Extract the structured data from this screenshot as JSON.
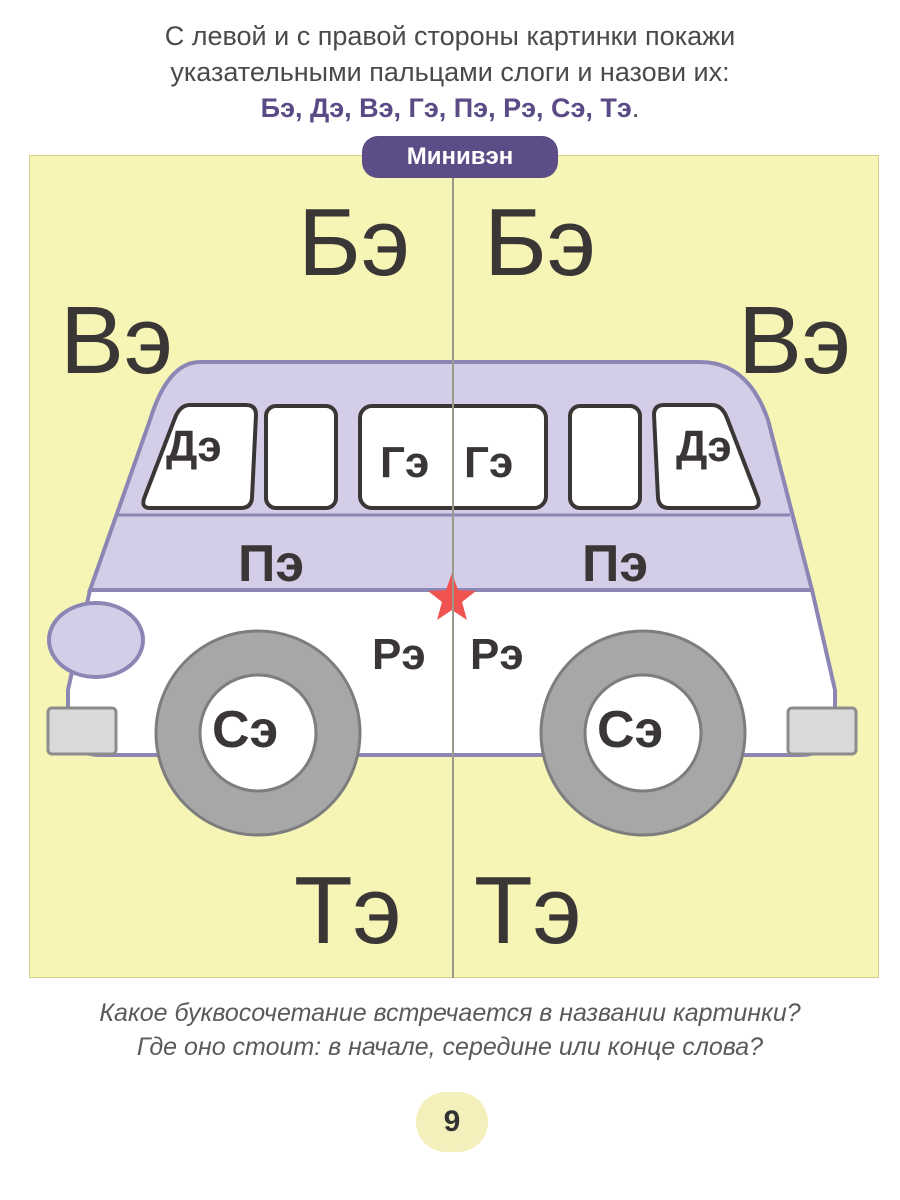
{
  "instruction": {
    "line1": "С левой и с правой стороны картинки покажи",
    "line2": "указательными пальцами слоги и назови их:",
    "syllables": "Бэ, Дэ, Вэ, Гэ, Пэ, Рэ, Сэ, Тэ",
    "period": "."
  },
  "title": "Минивэн",
  "labels": {
    "be": "Бэ",
    "ve": "Вэ",
    "de": "Дэ",
    "ge": "Гэ",
    "pe": "Пэ",
    "re": "Рэ",
    "se": "Сэ",
    "te": "Тэ"
  },
  "question": {
    "line1": "Какое буквосочетание встречается в названии картинки?",
    "line2": "Где оно стоит: в начале, середине или конце слова?"
  },
  "page_number": "9",
  "colors": {
    "panel": "#f6f5b6",
    "van_body": "#d4cde8",
    "van_outline": "#8c86b4",
    "tire": "#a7a7a7",
    "star": "#ef5350",
    "badge": "#5c4d86"
  }
}
